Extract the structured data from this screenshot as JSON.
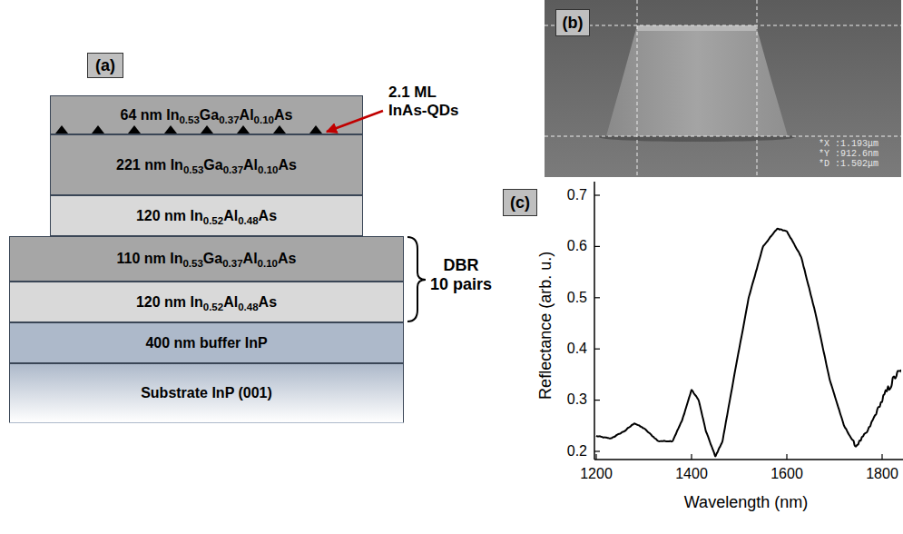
{
  "diagram": {
    "nodes": [
      {
        "text": [
          "(a)"
        ]
      },
      {
        "text": [
          "64 nm In0.53Ga0.37Al0.10As"
        ]
      },
      {
        "text": [
          "221 nm In0.53Ga0.37Al0.10As"
        ]
      },
      {
        "text": [
          "120 nm In0.52Al0.48As"
        ]
      },
      {
        "text": [
          "110 nm In0.53Ga0.37Al0.10As"
        ]
      },
      {
        "text": [
          "120 nm In0.52Al0.48As"
        ]
      },
      {
        "text": [
          "400 nm buffer InP"
        ]
      },
      {
        "text": [
          "Substrate InP (001)"
        ]
      },
      {
        "text": [
          "(b)"
        ]
      },
      {
        "text": [
          "(c)"
        ]
      }
    ],
    "labels": [
      "2.1 ML InAs-QDs",
      "DBR 10 pairs",
      "*X :1.193μm",
      "*Y :912.6nm",
      "*D :1.502μm",
      "0.7",
      "0.6",
      "0.5",
      "0.4",
      "0.3",
      "0.2",
      "1200",
      "1400",
      "1600",
      "1800",
      "Reflectance (arb. u.)",
      "Wavelength (nm)"
    ]
  }
}
